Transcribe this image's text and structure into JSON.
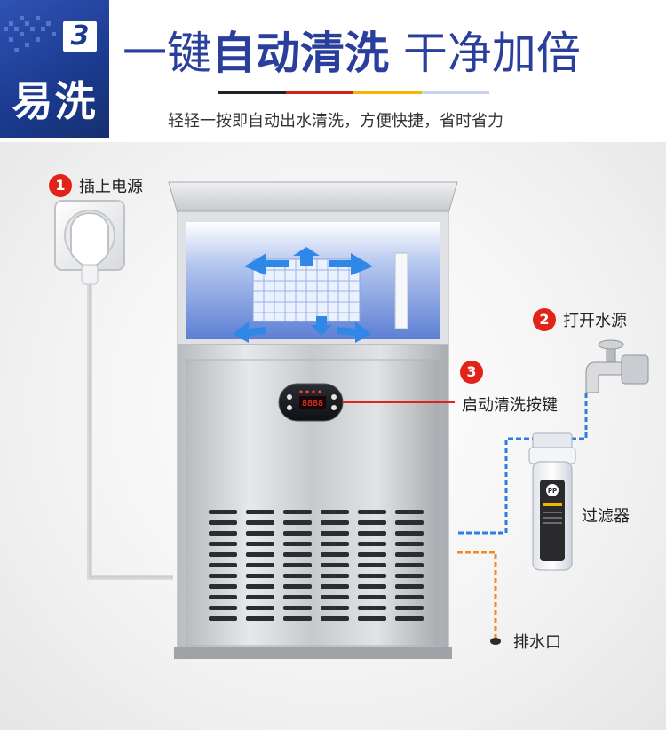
{
  "badge": {
    "number": "3",
    "label": "易洗"
  },
  "headline": {
    "prefix": "一键",
    "emphasis": "自动清洗",
    "suffix": " 干净加倍"
  },
  "subtitle": "轻轻一按即自动出水清洗，方便快捷，省时省力",
  "machine": {
    "display": "8888"
  },
  "callouts": [
    {
      "number": "1",
      "text": "插上电源"
    },
    {
      "number": "2",
      "text": "打开水源"
    },
    {
      "number": "3",
      "text": "启动清洗按键"
    }
  ],
  "filter": {
    "label": "过滤器",
    "badge": "PP"
  },
  "drain": {
    "label": "排水口"
  },
  "colors": {
    "brand_blue": "#2a3f9c",
    "callout_red": "#e2231a",
    "water_blue": "#2f7de1",
    "drain_orange": "#f08a24",
    "rule_dark": "#222222",
    "rule_red": "#d0211a",
    "rule_yellow": "#f2b705",
    "rule_light": "#c9d2ee"
  },
  "icons": [
    "wall-socket-icon",
    "water-tap-icon",
    "water-filter-icon",
    "drain-icon"
  ]
}
